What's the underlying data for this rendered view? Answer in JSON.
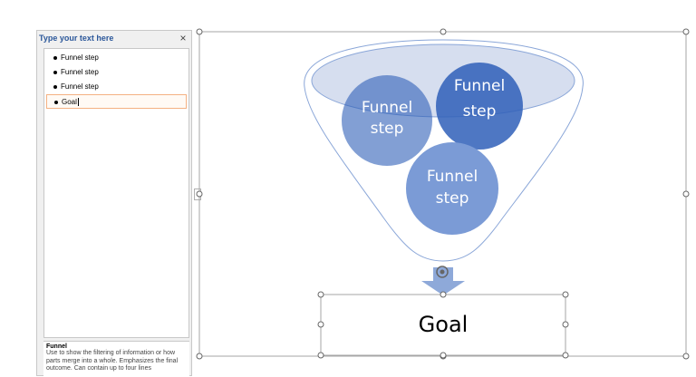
{
  "text_pane": {
    "title": "Type your text here",
    "close_glyph": "×",
    "items": [
      "Funnel step",
      "Funnel step",
      "Funnel step",
      "Goal"
    ],
    "description_title": "Funnel",
    "description": "Use to show the filtering of information or how parts merge into a whole. Emphasizes the final outcome. Can contain up to four lines"
  },
  "diagram": {
    "circles": [
      {
        "line1": "Funnel",
        "line2": "step"
      },
      {
        "line1": "Funnel",
        "line2": "step"
      },
      {
        "line1": "Funnel",
        "line2": "step"
      }
    ],
    "goal": "Goal"
  },
  "colors": {
    "circle_dark": "#2f5fb8",
    "circle_light": "#7b9bd6",
    "funnel_outline": "#8aa6d8",
    "accent_title": "#2b579a",
    "active_item_border": "#f4b183"
  },
  "icons": {
    "close": "close-icon",
    "expand": "chevron-right-icon",
    "rotate": "rotate-handle-icon"
  }
}
